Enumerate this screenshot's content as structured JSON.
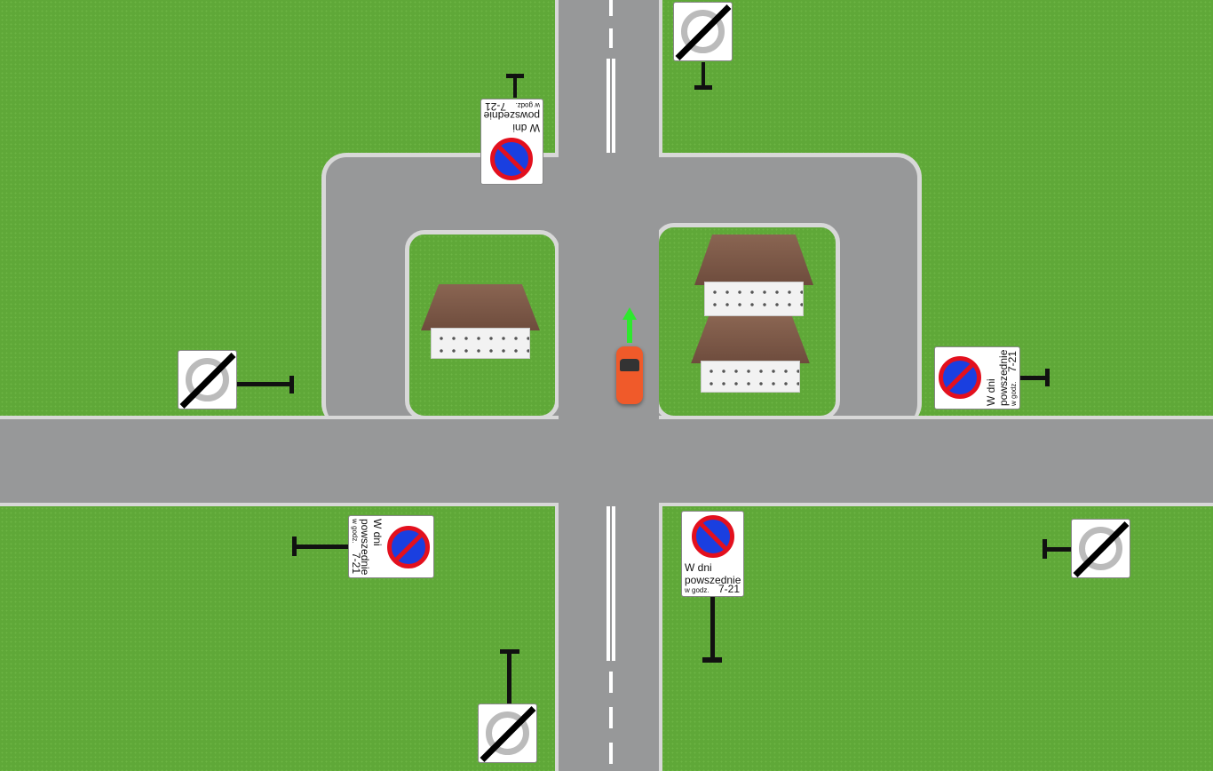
{
  "scene": {
    "signs": {
      "no_parking": {
        "line1": "W dni",
        "line2": "powszednie",
        "hours_label": "w godz.",
        "hours": "7-21"
      }
    },
    "car": {
      "color": "#f05a2a",
      "direction": "north"
    },
    "arrow_color": "#2ee82e"
  }
}
